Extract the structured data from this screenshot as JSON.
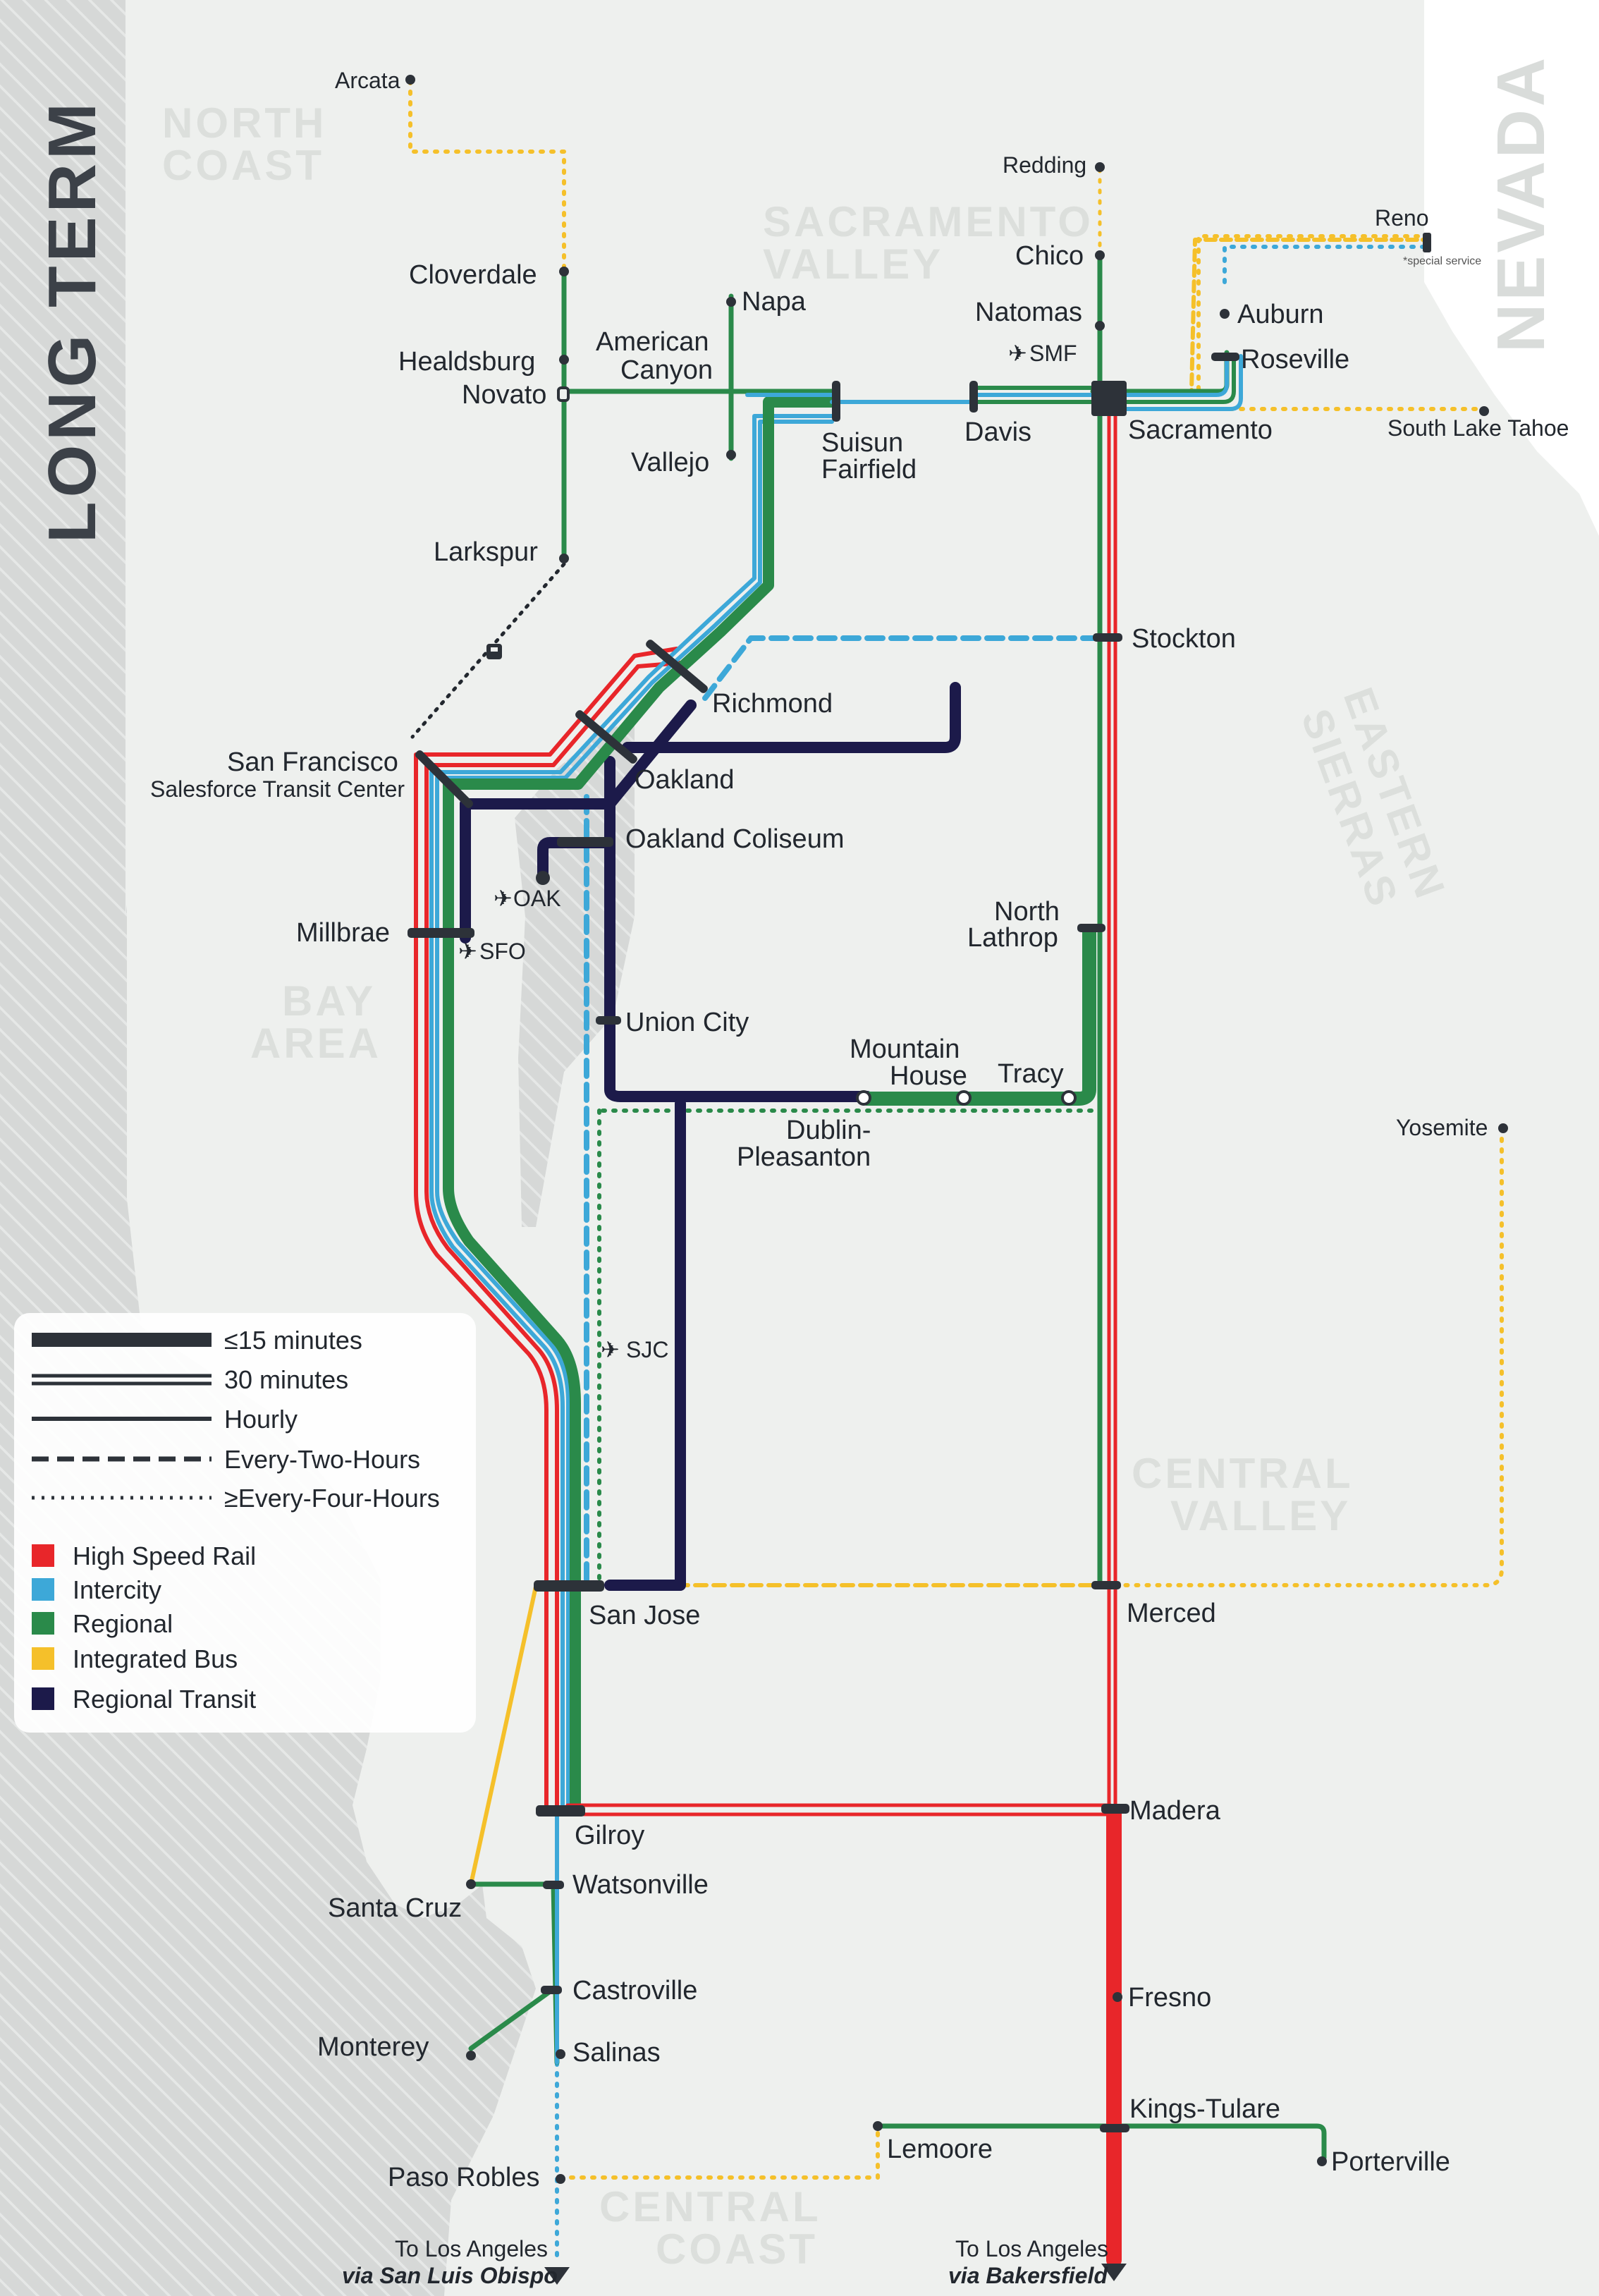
{
  "title": "LONG TERM",
  "regions": {
    "north_coast": [
      "NORTH",
      "COAST"
    ],
    "sacramento_valley": [
      "SACRAMENTO",
      "VALLEY"
    ],
    "nevada": "NEVADA",
    "eastern_sierras": [
      "EASTERN",
      "SIERRAS"
    ],
    "bay_area": [
      "BAY",
      "AREA"
    ],
    "central_valley": [
      "CENTRAL",
      "VALLEY"
    ],
    "central_coast": [
      "CENTRAL",
      "COAST"
    ]
  },
  "stations": {
    "arcata": "Arcata",
    "cloverdale": "Cloverdale",
    "healdsburg": "Healdsburg",
    "novato": "Novato",
    "american_canyon": [
      "American",
      "Canyon"
    ],
    "napa": "Napa",
    "vallejo": "Vallejo",
    "larkspur": "Larkspur",
    "suisun": [
      "Suisun",
      "Fairfield"
    ],
    "davis": "Davis",
    "redding": "Redding",
    "chico": "Chico",
    "natomas": "Natomas",
    "smf": "SMF",
    "sacramento": "Sacramento",
    "reno": "Reno",
    "reno_note": "*special service",
    "auburn": "Auburn",
    "roseville": "Roseville",
    "south_lake_tahoe": "South Lake Tahoe",
    "stockton": "Stockton",
    "richmond": "Richmond",
    "san_francisco": "San Francisco",
    "salesforce": "Salesforce Transit Center",
    "oakland": "Oakland",
    "oakland_coliseum": "Oakland Coliseum",
    "oak": "OAK",
    "millbrae": "Millbrae",
    "sfo": "SFO",
    "north_lathrop": [
      "North",
      "Lathrop"
    ],
    "union_city": "Union City",
    "mountain_house": [
      "Mountain",
      "House"
    ],
    "tracy": "Tracy",
    "dublin": [
      "Dublin-",
      "Pleasanton"
    ],
    "sjc": "SJC",
    "yosemite": "Yosemite",
    "san_jose": "San Jose",
    "merced": "Merced",
    "gilroy": "Gilroy",
    "madera": "Madera",
    "santa_cruz": "Santa Cruz",
    "watsonville": "Watsonville",
    "castroville": "Castroville",
    "monterey": "Monterey",
    "salinas": "Salinas",
    "fresno": "Fresno",
    "kings_tulare": "Kings-Tulare",
    "lemoore": "Lemoore",
    "porterville": "Porterville",
    "paso_robles": "Paso Robles",
    "to_la_1": "To Los Angeles",
    "via_slo": "via San Luis Obispo",
    "to_la_2": "To Los Angeles",
    "via_bakersfield": "via Bakersfield"
  },
  "legend": {
    "frequency": [
      "≤15 minutes",
      "30 minutes",
      "Hourly",
      "Every-Two-Hours",
      "≥Every-Four-Hours"
    ],
    "services": [
      {
        "label": "High Speed Rail",
        "color": "#e8262a"
      },
      {
        "label": "Intercity",
        "color": "#3da8d8"
      },
      {
        "label": "Regional",
        "color": "#2a8a4a"
      },
      {
        "label": "Integrated Bus",
        "color": "#f5c02a"
      },
      {
        "label": "Regional Transit",
        "color": "#1c1a4a"
      }
    ]
  },
  "colors": {
    "hsr": "#e8262a",
    "intercity": "#3da8d8",
    "regional": "#2a8a4a",
    "bus": "#f5c02a",
    "transit": "#1c1a4a",
    "ocean": "#d5d7d6",
    "land": "#eef0ee"
  },
  "icons": [
    "airport-icon",
    "ferry-icon"
  ]
}
